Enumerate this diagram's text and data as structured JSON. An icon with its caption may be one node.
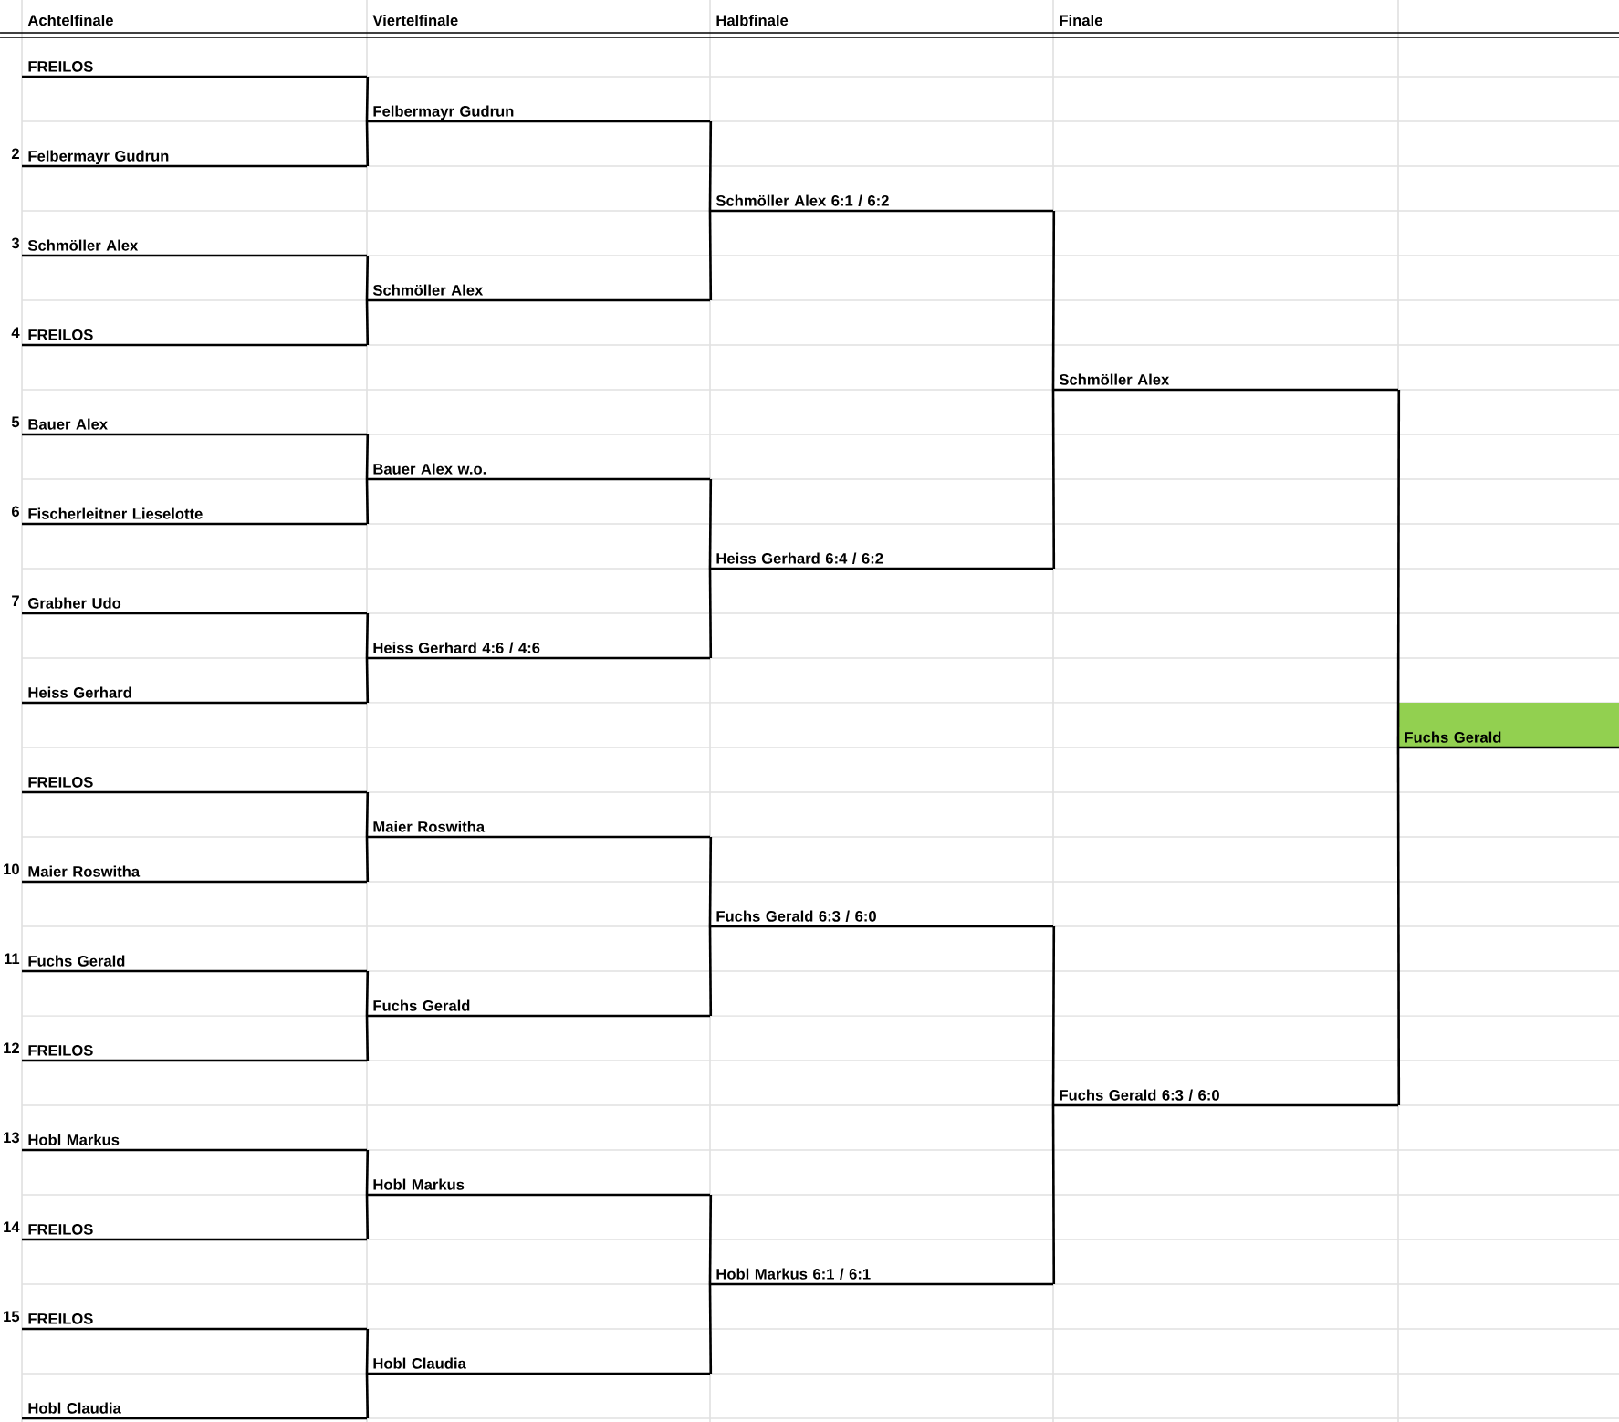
{
  "diagram": {
    "nodes": [
      {
        "text": [
          "FREILOS"
        ]
      },
      {
        "text": [
          "Felbermayr Gudrun"
        ],
        "beside": [
          "2"
        ]
      },
      {
        "text": [
          "Schmöller Alex"
        ],
        "beside": [
          "3"
        ]
      },
      {
        "text": [
          "FREILOS"
        ],
        "beside": [
          "4"
        ]
      },
      {
        "text": [
          "Bauer Alex"
        ],
        "beside": [
          "5"
        ]
      },
      {
        "text": [
          "Fischerleitner Lieselotte"
        ],
        "beside": [
          "6"
        ]
      },
      {
        "text": [
          "Grabher Udo"
        ],
        "beside": [
          "7"
        ]
      },
      {
        "text": [
          "Heiss Gerhard"
        ]
      },
      {
        "text": [
          "FREILOS"
        ]
      },
      {
        "text": [
          "Maier Roswitha"
        ],
        "beside": [
          "10"
        ]
      },
      {
        "text": [
          "Fuchs Gerald"
        ],
        "beside": [
          "11"
        ]
      },
      {
        "text": [
          "FREILOS"
        ],
        "beside": [
          "12"
        ]
      },
      {
        "text": [
          "Hobl Markus"
        ],
        "beside": [
          "13"
        ]
      },
      {
        "text": [
          "FREILOS"
        ],
        "beside": [
          "14"
        ]
      },
      {
        "text": [
          "FREILOS"
        ],
        "beside": [
          "15"
        ]
      },
      {
        "text": [
          "Hobl Claudia"
        ]
      },
      {
        "text": [
          "Felbermayr Gudrun"
        ]
      },
      {
        "text": [
          "Schmöller Alex"
        ]
      },
      {
        "text": [
          "Bauer Alex w.o."
        ]
      },
      {
        "text": [
          "Heiss Gerhard 4:6 / 4:6"
        ]
      },
      {
        "text": [
          "Maier Roswitha"
        ]
      },
      {
        "text": [
          "Fuchs Gerald"
        ]
      },
      {
        "text": [
          "Hobl Markus"
        ]
      },
      {
        "text": [
          "Hobl Claudia"
        ]
      },
      {
        "text": [
          "Schmöller Alex 6:1 / 6:2"
        ]
      },
      {
        "text": [
          "Heiss Gerhard 6:4 / 6:2"
        ]
      },
      {
        "text": [
          "Fuchs Gerald 6:3 / 6:0"
        ]
      },
      {
        "text": [
          "Hobl Markus 6:1 / 6:1"
        ]
      },
      {
        "text": [
          "Schmöller Alex"
        ]
      },
      {
        "text": [
          "Fuchs Gerald 6:3 / 6:0"
        ]
      },
      {
        "text": [
          "Fuchs Gerald"
        ]
      }
    ],
    "edges": [
      {
        "from": 0,
        "to": 16,
        "arrow": "none"
      },
      {
        "from": 1,
        "to": 16,
        "arrow": "none"
      },
      {
        "from": 2,
        "to": 17,
        "arrow": "none"
      },
      {
        "from": 3,
        "to": 17,
        "arrow": "none"
      },
      {
        "from": 4,
        "to": 18,
        "arrow": "none"
      },
      {
        "from": 5,
        "to": 18,
        "arrow": "none"
      },
      {
        "from": 6,
        "to": 19,
        "arrow": "none"
      },
      {
        "from": 7,
        "to": 19,
        "arrow": "none"
      },
      {
        "from": 8,
        "to": 20,
        "arrow": "none"
      },
      {
        "from": 9,
        "to": 20,
        "arrow": "none"
      },
      {
        "from": 10,
        "to": 21,
        "arrow": "none"
      },
      {
        "from": 11,
        "to": 21,
        "arrow": "none"
      },
      {
        "from": 12,
        "to": 22,
        "arrow": "none"
      },
      {
        "from": 13,
        "to": 22,
        "arrow": "none"
      },
      {
        "from": 14,
        "to": 23,
        "arrow": "none"
      },
      {
        "from": 15,
        "to": 23,
        "arrow": "none"
      },
      {
        "from": 16,
        "to": 24,
        "arrow": "none"
      },
      {
        "from": 17,
        "to": 24,
        "arrow": "none"
      },
      {
        "from": 18,
        "to": 25,
        "arrow": "none"
      },
      {
        "from": 19,
        "to": 25,
        "arrow": "none"
      },
      {
        "from": 20,
        "to": 26,
        "arrow": "none"
      },
      {
        "from": 21,
        "to": 26,
        "arrow": "none"
      },
      {
        "from": 22,
        "to": 27,
        "arrow": "none"
      },
      {
        "from": 23,
        "to": 27,
        "arrow": "none"
      },
      {
        "from": 24,
        "to": 28,
        "arrow": "none"
      },
      {
        "from": 25,
        "to": 28,
        "arrow": "none"
      },
      {
        "from": 26,
        "to": 29,
        "arrow": "none"
      },
      {
        "from": 27,
        "to": 29,
        "arrow": "none"
      },
      {
        "from": 28,
        "to": 30,
        "arrow": "none"
      },
      {
        "from": 29,
        "to": 30,
        "arrow": "none"
      }
    ],
    "labels": [
      "Achtelfinale",
      "Viertelfinale",
      "Halbfinale",
      "Finale"
    ]
  }
}
